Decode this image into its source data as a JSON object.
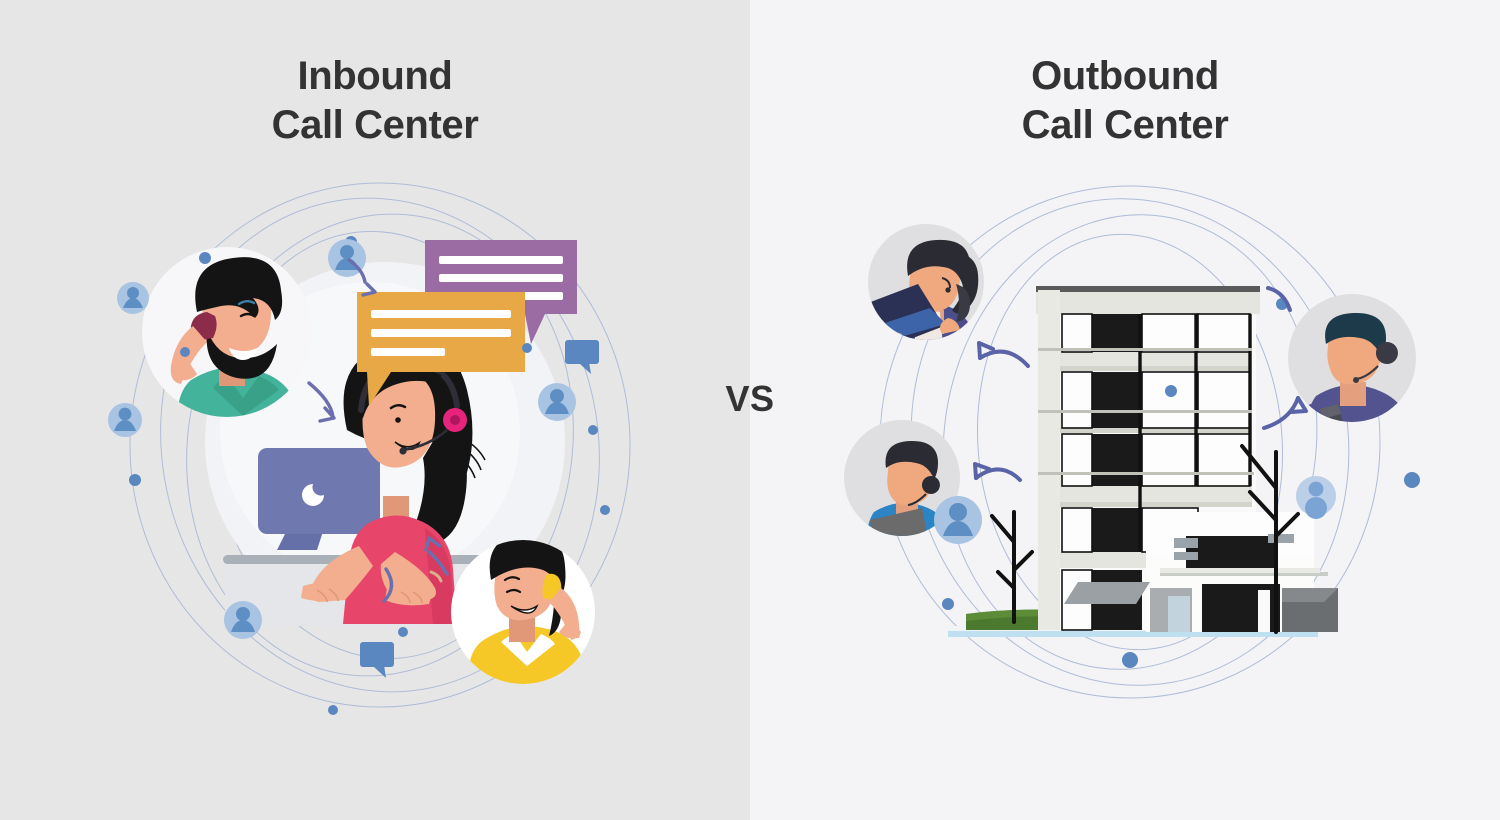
{
  "comparison": {
    "left": {
      "title": "Inbound\nCall Center",
      "background_color": "#E6E6E6"
    },
    "right": {
      "title": "Outbound\nCall Center",
      "background_color": "#F4F4F6"
    },
    "divider_label": "VS",
    "divider_color": "#333333"
  },
  "left_illustration": {
    "name": "inbound-call-center-illustration",
    "orbit_color": "#AFBCD8",
    "inner_circle_color": "#F2F3F6",
    "agent": {
      "name": "call-center-agent-woman",
      "hair_color": "#141414",
      "top_color": "#E8456B",
      "skin_color": "#F2AE8E",
      "headset_color": "#E6247C",
      "monitor_color": "#7078B0",
      "desk_color": "#E4E6E9",
      "desk_edge_color": "#AAB0B8"
    },
    "customers": [
      {
        "name": "bearded-man-on-phone",
        "shirt_color": "#44B39B",
        "hair_color": "#141414",
        "phone_color": "#8C2B4A",
        "circle_color": "#F7F7F9"
      },
      {
        "name": "woman-in-yellow-on-phone",
        "shirt_color": "#F5C828",
        "hair_color": "#141414",
        "phone_color": "#F5C828",
        "circle_color": "#FFFFFF"
      }
    ],
    "speech_bubbles": [
      {
        "name": "purple-chat-bubble",
        "color": "#9B6BA3",
        "lines": 3
      },
      {
        "name": "orange-chat-bubble",
        "color": "#E8A845",
        "lines": 3
      }
    ],
    "badge_color": "#A9C3E3",
    "badge_icon_color": "#5E8FC4",
    "dot_color": "#5B87C0",
    "chat_icon_color": "#5B87C0",
    "arrow_color": "#6B6FAE",
    "avatar_badges": 5,
    "chat_icons": 2,
    "orbit_dots": 9
  },
  "right_illustration": {
    "name": "outbound-call-center-illustration",
    "orbit_color": "#AFBCD8",
    "building": {
      "name": "office-building",
      "floors": 6,
      "facade_color": "#E4E5DE",
      "band_color": "#D8DAD2",
      "window_color": "#FAFAFA",
      "dark_panel_color": "#1A1A1A",
      "frame_color": "#111111",
      "annex_color": "#FCFCFA",
      "hedge_color": "#4B7A2E",
      "ground_color": "#BFE0F0",
      "pole_color": "#111111"
    },
    "staff": [
      {
        "name": "agent-woman-with-laptop",
        "jacket_color": "#4A4F8C",
        "hair_color": "#2B2B33",
        "laptop_color": "#2B3154",
        "circle_color": "#DFDFE1"
      },
      {
        "name": "agent-man-with-folders",
        "sweater_color": "#2B84C4",
        "hair_color": "#2B2B33",
        "folder_color": "#6B6B6B",
        "circle_color": "#DFDFE1"
      },
      {
        "name": "agent-man-with-tablet",
        "sweater_color": "#53538F",
        "hair_color": "#1C3A4A",
        "tablet_color": "#4A4A52",
        "circle_color": "#DFDFE1"
      }
    ],
    "badge_color": "#A9C3E3",
    "badge_icon_color": "#5E8FC4",
    "dot_color": "#5B87C0",
    "arrow_color": "#5A62A8",
    "avatar_badges": 2,
    "orbit_dots": 5,
    "arrows": 4
  }
}
